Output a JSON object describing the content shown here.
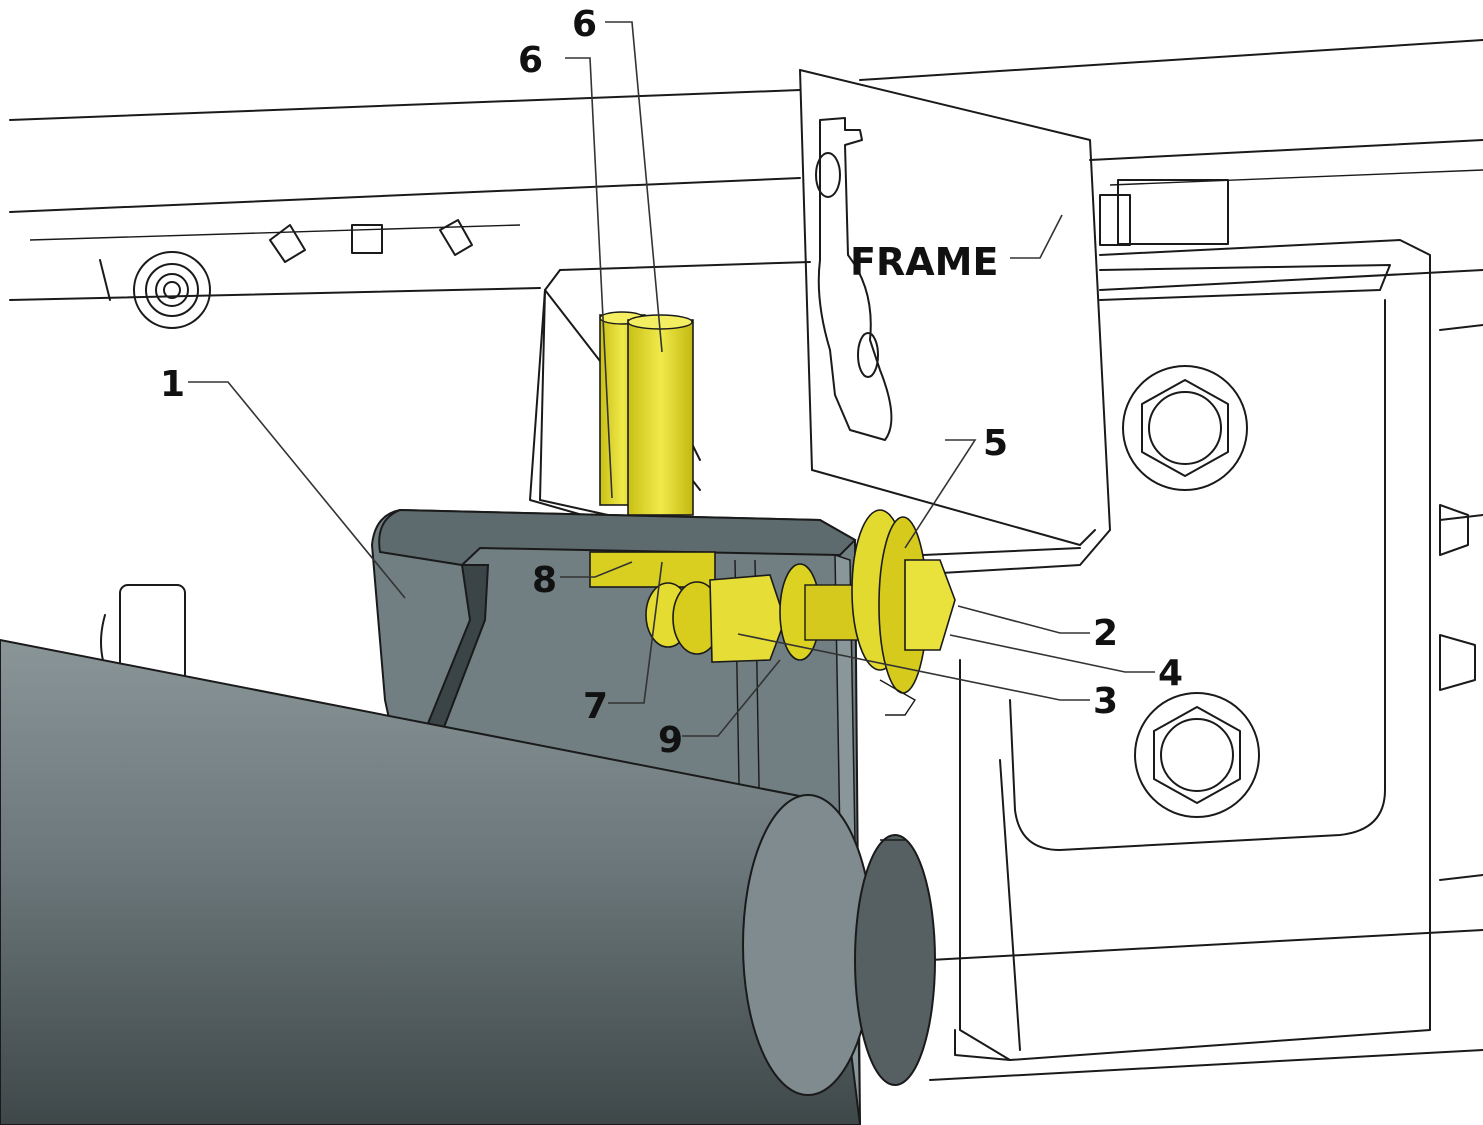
{
  "colors": {
    "background": "#ffffff",
    "line": "#1a1a1a",
    "bracket_gray": "#6f7d80",
    "bracket_dark": "#3e4749",
    "hardware_yellow": "#e3dc2a",
    "hardware_dark": "#b8ad12"
  },
  "labels": {
    "frame": "FRAME",
    "callout_1": "1",
    "callout_2": "2",
    "callout_3": "3",
    "callout_4": "4",
    "callout_5": "5",
    "callout_6a": "6",
    "callout_6b": "6",
    "callout_7": "7",
    "callout_8": "8",
    "callout_9": "9"
  }
}
